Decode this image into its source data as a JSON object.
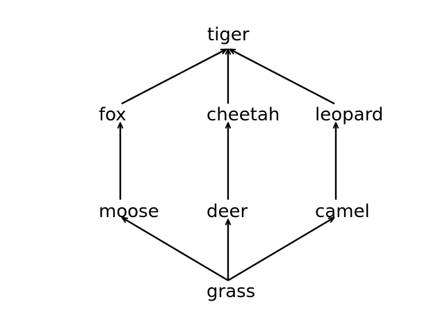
{
  "diagram": {
    "nodes": [
      {
        "id": "tiger",
        "label": "tiger"
      },
      {
        "id": "fox",
        "label": "fox"
      },
      {
        "id": "cheetah",
        "label": "cheetah"
      },
      {
        "id": "leopard",
        "label": "leopard"
      },
      {
        "id": "moose",
        "label": "moose"
      },
      {
        "id": "deer",
        "label": "deer"
      },
      {
        "id": "camel",
        "label": "camel"
      },
      {
        "id": "grass",
        "label": "grass"
      }
    ],
    "edges": [
      {
        "from": "grass",
        "to": "moose"
      },
      {
        "from": "grass",
        "to": "deer"
      },
      {
        "from": "grass",
        "to": "camel"
      },
      {
        "from": "moose",
        "to": "fox"
      },
      {
        "from": "deer",
        "to": "cheetah"
      },
      {
        "from": "camel",
        "to": "leopard"
      },
      {
        "from": "fox",
        "to": "tiger"
      },
      {
        "from": "cheetah",
        "to": "tiger"
      },
      {
        "from": "leopard",
        "to": "tiger"
      }
    ],
    "colors": {
      "line": "#000000",
      "text": "#000000",
      "background": "#ffffff"
    }
  }
}
